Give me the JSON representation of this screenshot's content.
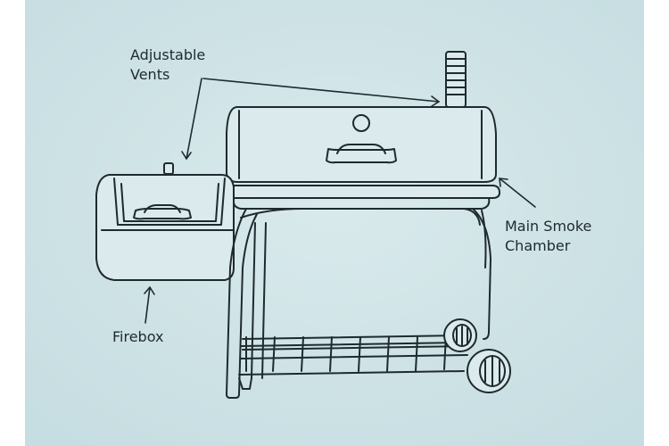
{
  "labels": {
    "vents": {
      "line1": "Adjustable",
      "line2": "Vents"
    },
    "chamber": {
      "line1": "Main Smoke",
      "line2": "Chamber"
    },
    "firebox": {
      "line1": "Firebox"
    }
  },
  "colors": {
    "background": "#cfe3e6",
    "fill": "#dbeaec",
    "stroke": "#1e2a2e",
    "border": "#ffffff"
  }
}
